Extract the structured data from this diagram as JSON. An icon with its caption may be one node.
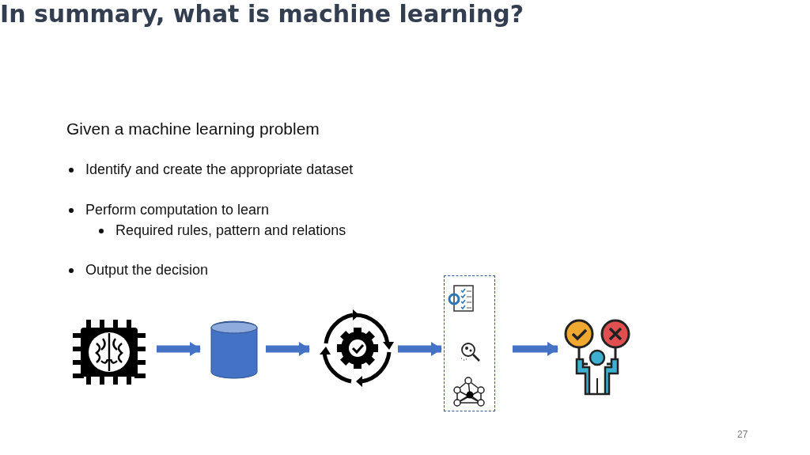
{
  "diagram": {
    "title": "In summary, what is machine learning?",
    "nodes": [
      {
        "text": [],
        "shape": "picture"
      },
      {
        "text": [],
        "shape": "cylinder"
      },
      {
        "text": [],
        "shape": "picture"
      },
      {
        "text": [],
        "shape": "box"
      },
      {
        "text": [],
        "shape": "person"
      }
    ],
    "edges": [
      {
        "from": 0,
        "to": 1,
        "arrow": "to"
      },
      {
        "from": 1,
        "to": 2,
        "arrow": "to"
      },
      {
        "from": 2,
        "to": 3,
        "arrow": "to"
      },
      {
        "from": 3,
        "to": 4,
        "arrow": "to"
      }
    ],
    "labels": [
      "Given a machine learning problem",
      "Identify and create the appropriate dataset",
      "Perform computation to learn",
      "Required rules, pattern and relations",
      "Output the decision",
      "27"
    ]
  }
}
